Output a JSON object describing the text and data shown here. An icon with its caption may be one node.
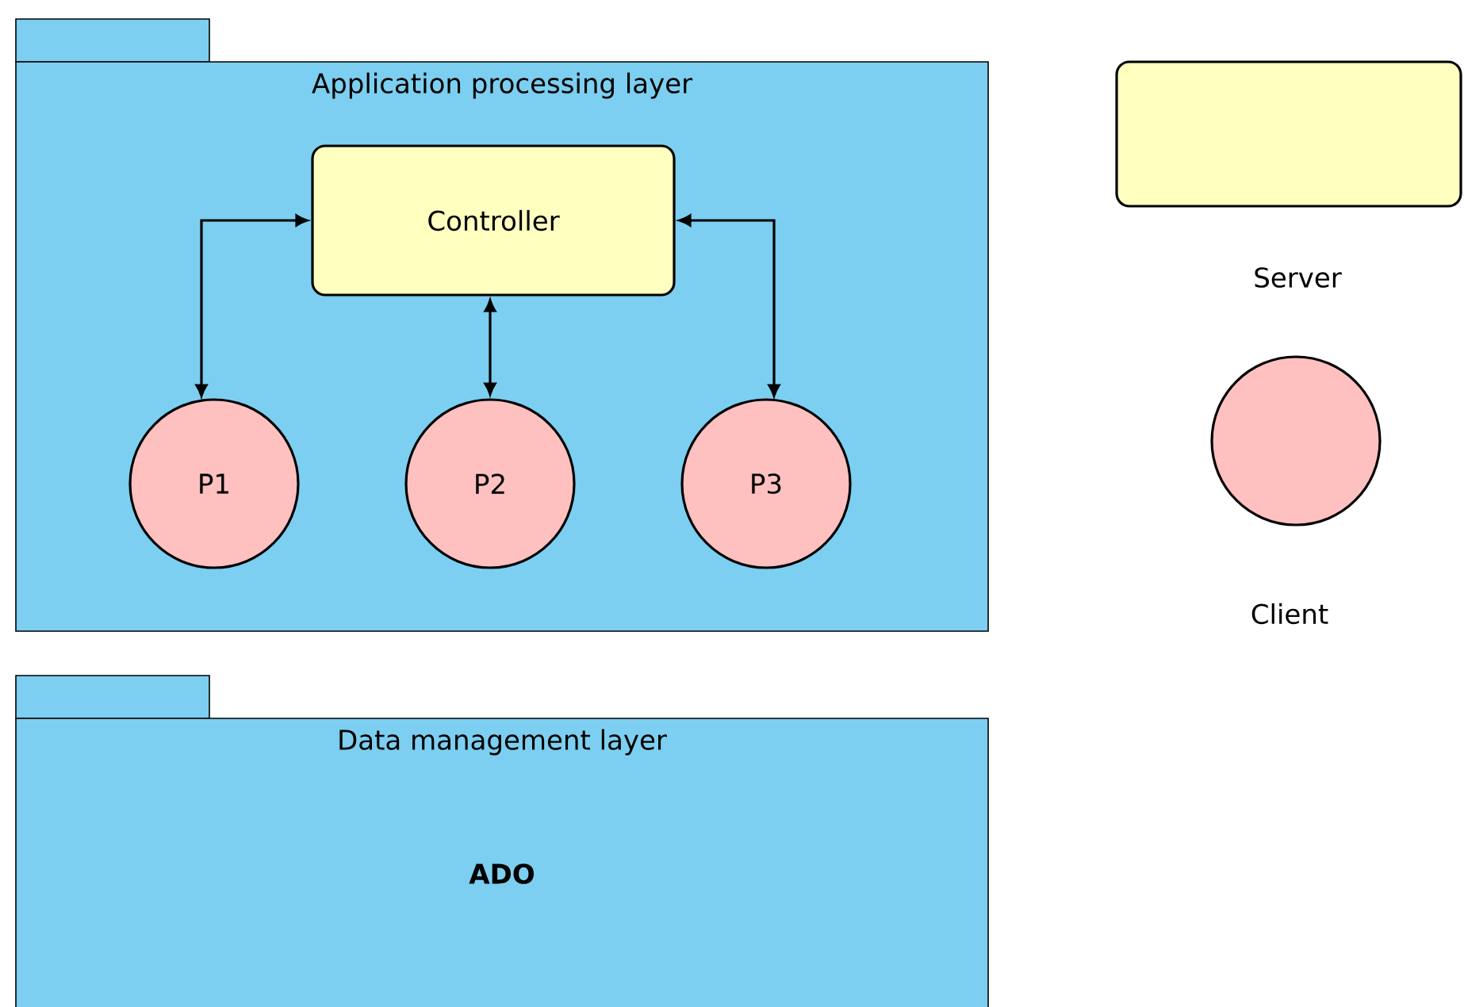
{
  "diagram": {
    "nodes": [
      {
        "text": [
          "Application processing layer"
        ]
      },
      {
        "text": [
          "Controller"
        ],
        "in": 0
      },
      {
        "text": [
          "P1"
        ],
        "in": 0
      },
      {
        "text": [
          "P2"
        ],
        "in": 0
      },
      {
        "text": [
          "P3"
        ],
        "in": 0
      },
      {
        "text": [
          "Data management layer",
          "ADO"
        ]
      }
    ],
    "edges": [
      {
        "from": 1,
        "to": 2,
        "arrow": "both"
      },
      {
        "from": 1,
        "to": 3,
        "arrow": "both"
      },
      {
        "from": 1,
        "to": 4,
        "arrow": "both"
      }
    ],
    "legend": [
      {
        "text": "Server",
        "color": "#ffffc0"
      },
      {
        "text": "Client",
        "color": "#ffc0c0"
      }
    ]
  }
}
